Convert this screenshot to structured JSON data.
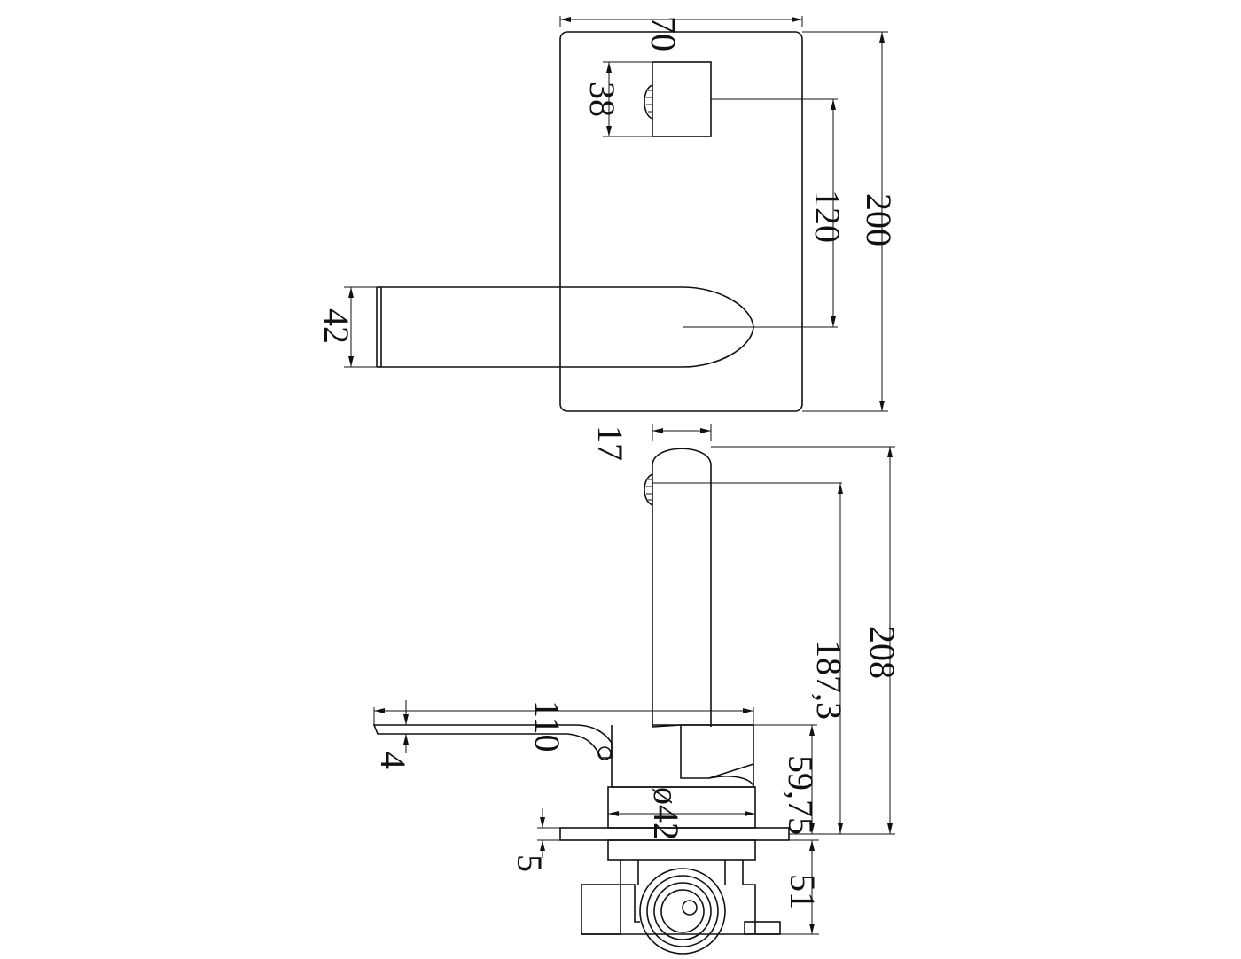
{
  "drawing": {
    "colors": {
      "line": "#111111",
      "background": "#ffffff"
    },
    "dimensions": {
      "plate_width": "70",
      "plate_height": "200",
      "outlet_height": "38",
      "outlet_to_spout": "120",
      "spout_width": "42",
      "pipe_diameter": "17",
      "spout_reach": "208",
      "reach_to_outlet": "187,3",
      "lever_length": "110",
      "lever_thickness": "4",
      "body_depth": "59,75",
      "body_diameter": "ø42",
      "plate_thickness": "5",
      "rough_in_depth": "51"
    }
  }
}
